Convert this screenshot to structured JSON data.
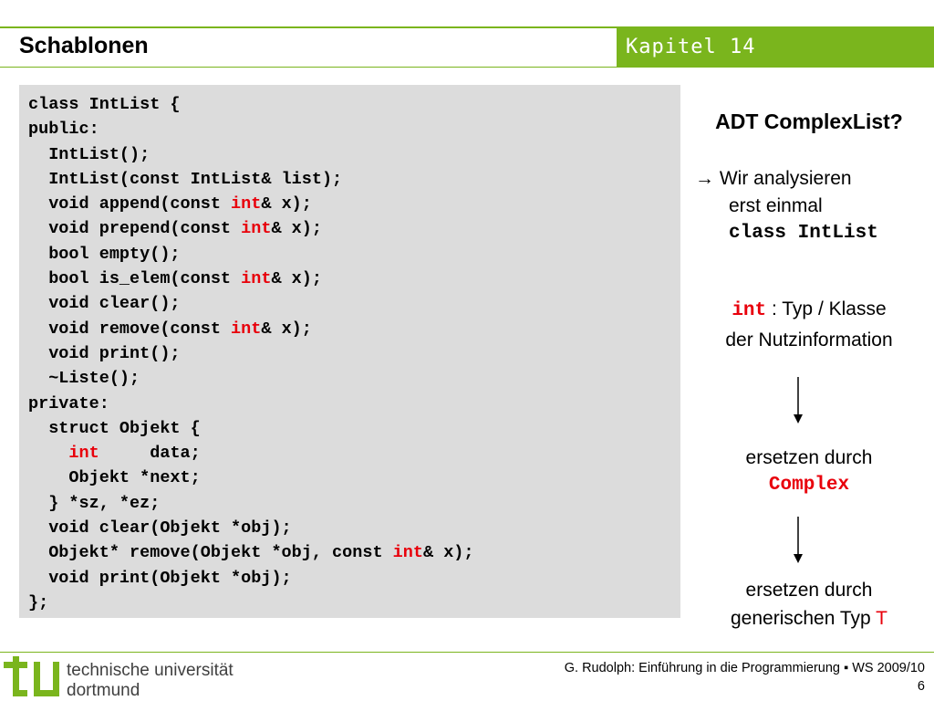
{
  "header": {
    "title": "Schablonen",
    "chapter": "Kapitel 14"
  },
  "code_lines": [
    [
      {
        "t": "class IntList {"
      }
    ],
    [
      {
        "t": "public:"
      }
    ],
    [
      {
        "t": "  IntList();"
      }
    ],
    [
      {
        "t": "  IntList(const IntList& list);"
      }
    ],
    [
      {
        "t": "  void append(const "
      },
      {
        "t": "int",
        "kw": true
      },
      {
        "t": "& x);"
      }
    ],
    [
      {
        "t": "  void prepend(const "
      },
      {
        "t": "int",
        "kw": true
      },
      {
        "t": "& x);"
      }
    ],
    [
      {
        "t": "  bool empty();"
      }
    ],
    [
      {
        "t": "  bool is_elem(const "
      },
      {
        "t": "int",
        "kw": true
      },
      {
        "t": "& x);"
      }
    ],
    [
      {
        "t": "  void clear();"
      }
    ],
    [
      {
        "t": "  void remove(const "
      },
      {
        "t": "int",
        "kw": true
      },
      {
        "t": "& x);"
      }
    ],
    [
      {
        "t": "  void print();"
      }
    ],
    [
      {
        "t": "  ~Liste();"
      }
    ],
    [
      {
        "t": "private:"
      }
    ],
    [
      {
        "t": "  struct Objekt {"
      }
    ],
    [
      {
        "t": "    "
      },
      {
        "t": "int",
        "kw": true
      },
      {
        "t": "     data;"
      }
    ],
    [
      {
        "t": "    Objekt *next;"
      }
    ],
    [
      {
        "t": "  } *sz, *ez;"
      }
    ],
    [
      {
        "t": "  void clear(Objekt *obj);"
      }
    ],
    [
      {
        "t": "  Objekt* remove(Objekt *obj, const "
      },
      {
        "t": "int",
        "kw": true
      },
      {
        "t": "& x);"
      }
    ],
    [
      {
        "t": "  void print(Objekt *obj);"
      }
    ],
    [
      {
        "t": "};"
      }
    ]
  ],
  "side": {
    "heading": "ADT ComplexList?",
    "analyse_line1": "→ Wir analysieren",
    "analyse_line2": "erst einmal",
    "analyse_code": "class IntList",
    "int_kw": "int",
    "int_text1": " :  Typ / Klasse",
    "int_text2": "der Nutzinformation",
    "replace1_text": "ersetzen durch",
    "replace1_code": "Complex",
    "replace2_line1": "ersetzen durch",
    "replace2_line2": "generischen Typ ",
    "replace2_T": "T"
  },
  "footer": {
    "university_line1": "technische universität",
    "university_line2": "dortmund",
    "credit": "G. Rudolph: Einführung in die Programmierung ▪ WS 2009/10",
    "page": "6"
  },
  "colors": {
    "accent": "#7ab51d",
    "keyword": "#e8000b",
    "code_bg": "#dcdcdc"
  }
}
